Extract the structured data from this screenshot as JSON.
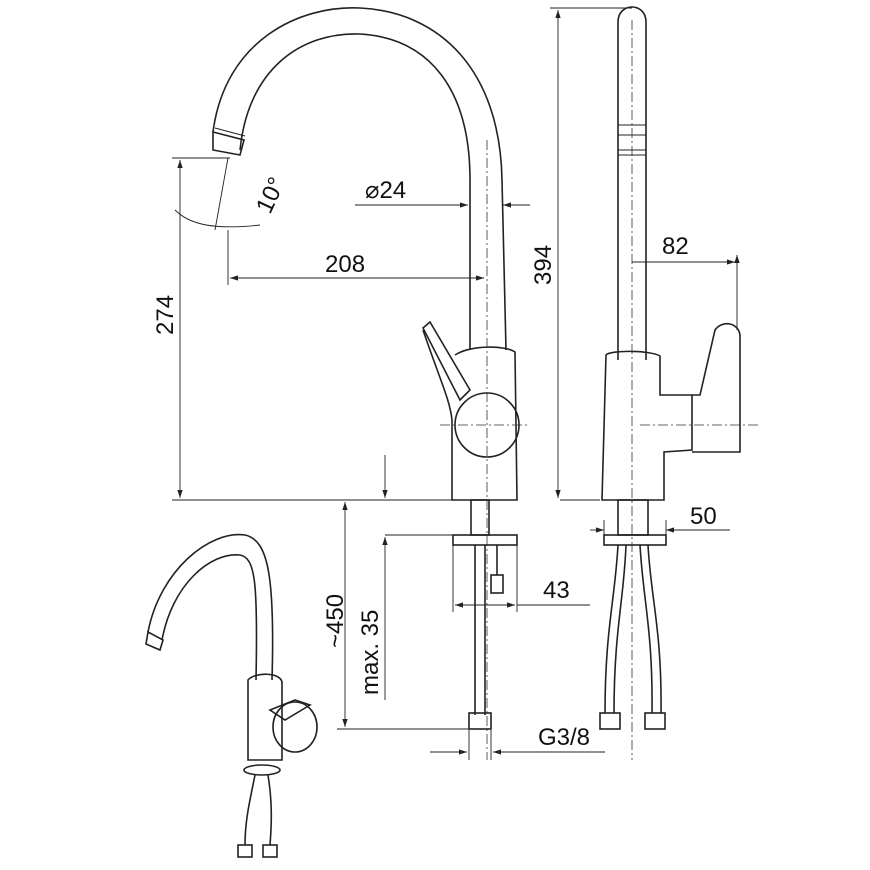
{
  "title": "Kitchen faucet dimension drawing",
  "dimensions": {
    "pipe_diameter": "⌀24",
    "spout_angle": "10°",
    "spout_reach": "208",
    "spout_height": "274",
    "total_height": "394",
    "handle_depth": "82",
    "base_width_side": "50",
    "base_width_front": "43",
    "hose_length": "~450",
    "max_counter_thickness": "max. 35",
    "thread": "G3/8"
  },
  "colors": {
    "line": "#222222",
    "background": "#ffffff"
  }
}
